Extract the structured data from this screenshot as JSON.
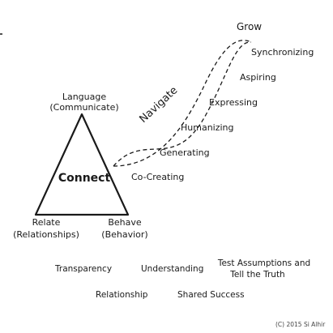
{
  "colors": {
    "ink": "#1a1a1a",
    "background": "#ffffff"
  },
  "triangle": {
    "top": {
      "line1": "Language",
      "line2": "(Communicate)"
    },
    "center": "Connect",
    "left": {
      "line1": "Relate",
      "line2": "(Relationships)"
    },
    "right": {
      "line1": "Behave",
      "line2": "(Behavior)"
    }
  },
  "path": {
    "navigate": "Navigate",
    "goal": "Grow",
    "stages": [
      "Co-Creating",
      "Generating",
      "Humanizing",
      "Expressing",
      "Aspiring",
      "Synchronizing"
    ]
  },
  "values": {
    "transparency": "Transparency",
    "understanding": "Understanding",
    "test_line1": "Test Assumptions and",
    "test_line2": "Tell the Truth",
    "relationship": "Relationship",
    "shared_success": "Shared Success"
  },
  "copyright": "(C) 2015 Si Alhir"
}
